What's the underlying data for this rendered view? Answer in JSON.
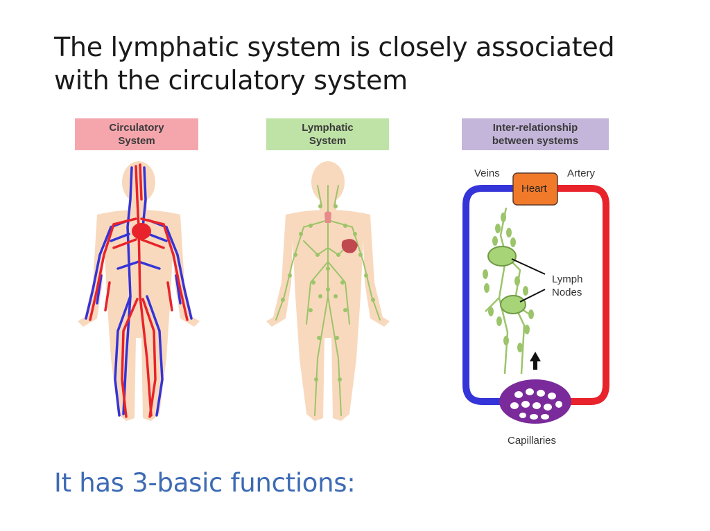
{
  "slide": {
    "title_line1": "The lymphatic system is closely associated",
    "title_line2": "with the circulatory system",
    "subtitle": "It has 3-basic functions:"
  },
  "panels": {
    "circulatory": {
      "line1": "Circulatory",
      "line2": "System"
    },
    "lymphatic": {
      "line1": "Lymphatic",
      "line2": "System"
    },
    "inter": {
      "line1": "Inter-relationship",
      "line2": "between systems"
    }
  },
  "diagram_labels": {
    "veins": "Veins",
    "artery": "Artery",
    "heart": "Heart",
    "lymph_nodes_line1": "Lymph",
    "lymph_nodes_line2": "Nodes",
    "capillaries": "Capillaries"
  },
  "colors": {
    "vein_blue": "#3434d8",
    "artery_red": "#e8232b",
    "heart_orange": "#f07a2a",
    "lymph_green": "#9cc46a",
    "skin": "#f8d9bd",
    "title_text": "#1a1a1a",
    "subtitle_text": "#3d6bb3"
  },
  "icons": {
    "arrow": "up-arrow-icon"
  }
}
